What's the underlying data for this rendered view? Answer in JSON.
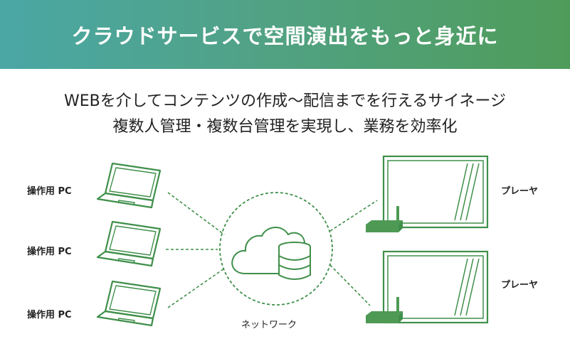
{
  "header": {
    "title": "クラウドサービスで空間演出をもっと身近に",
    "bg_color_start": "#4aa7a5",
    "bg_color_end": "#4f9c5a"
  },
  "description": {
    "line1": "WEBを介してコンテンツの作成〜配信までを行えるサイネージ",
    "line2": "複数人管理・複数台管理を実現し、業務を効率化"
  },
  "diagram": {
    "pcs": [
      {
        "label": "操作用 PC",
        "icon": "laptop-icon"
      },
      {
        "label": "操作用 PC",
        "icon": "laptop-icon"
      },
      {
        "label": "操作用 PC",
        "icon": "laptop-icon"
      }
    ],
    "network": {
      "label": "ネットワーク",
      "icon": "cloud-database-icon"
    },
    "players": [
      {
        "label": "プレーヤ",
        "icon": "display-with-player-icon"
      },
      {
        "label": "プレーヤ",
        "icon": "display-with-player-icon"
      }
    ],
    "line_color": "#3f8f4a",
    "fill_color": "#4e9a55"
  }
}
